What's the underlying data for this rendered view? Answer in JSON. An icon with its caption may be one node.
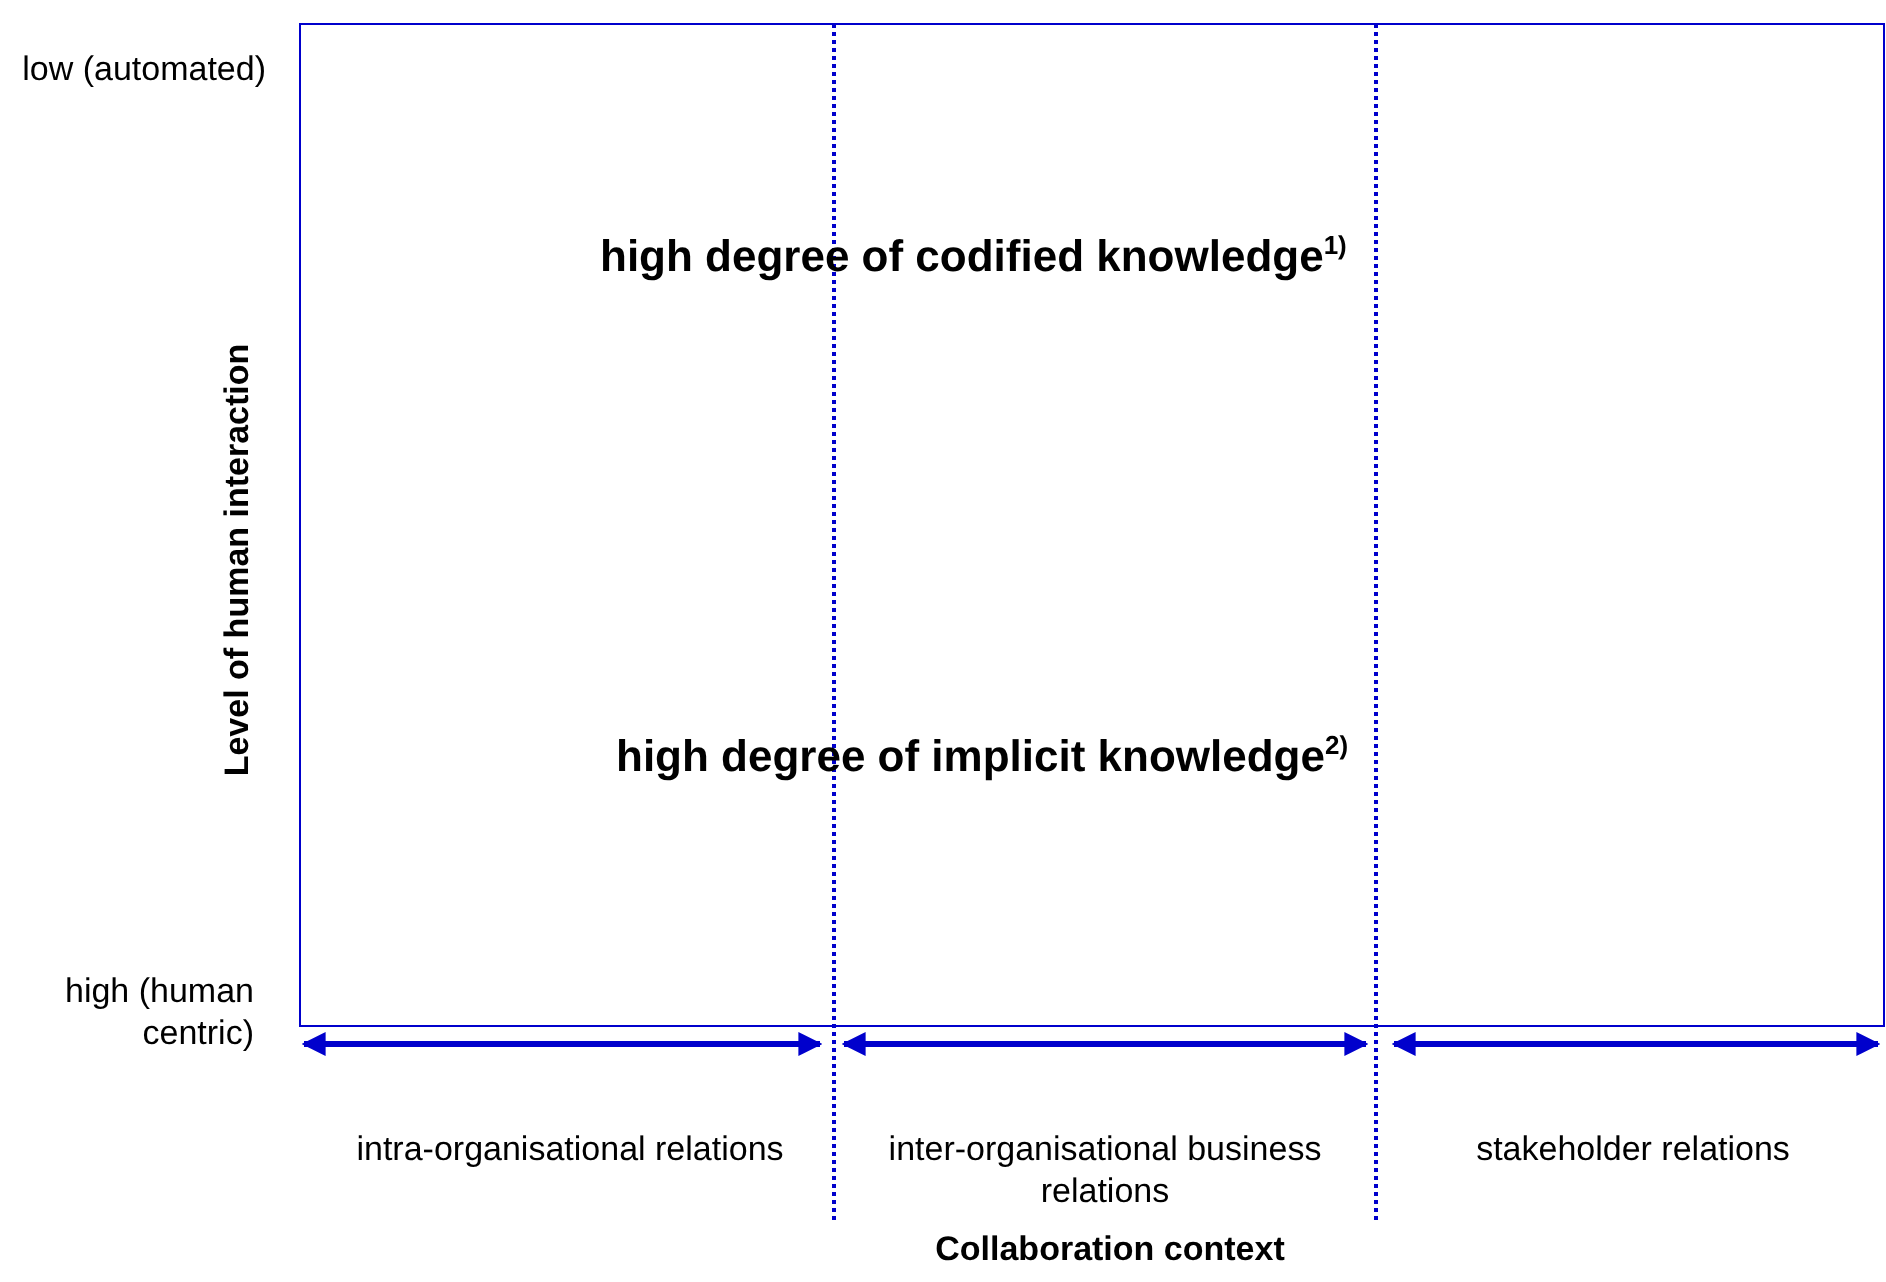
{
  "diagram": {
    "labels": [
      "low (automated)",
      "high degree of codified knowledge$^{1)}$",
      "Level of human interaction",
      "high degree of implicit knowledge$^{2)}$",
      "high (human centric)",
      "intra-organisational relations",
      "inter-organisational business relations",
      "stakeholder relations",
      "Collaboration context"
    ]
  }
}
